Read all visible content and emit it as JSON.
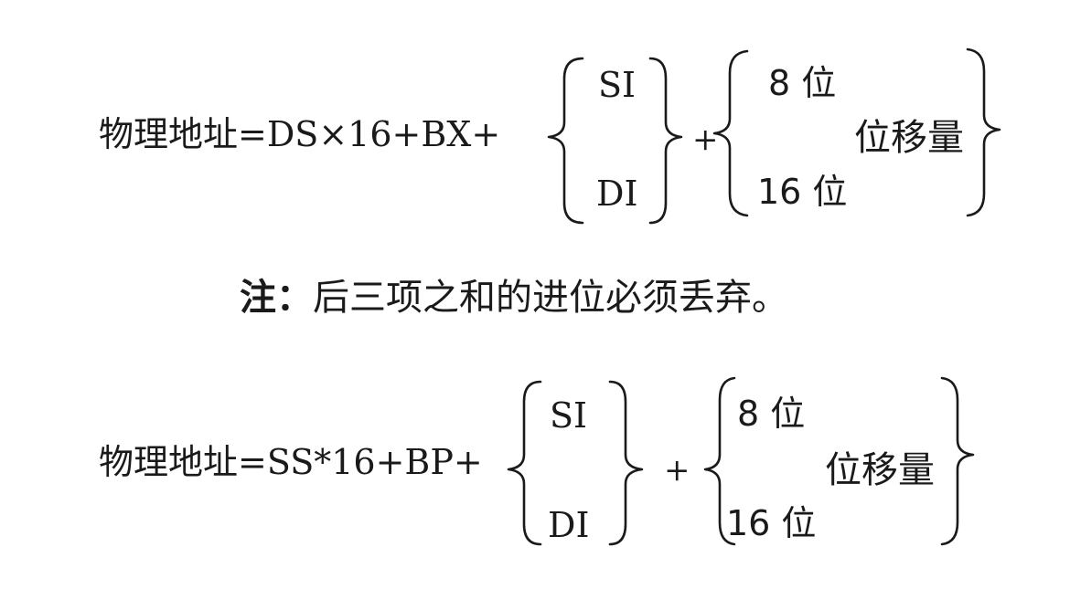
{
  "formula1": {
    "lhs": "物理地址=DS×16+BX+",
    "index_top": "SI",
    "index_bottom": "DI",
    "plus": "+",
    "disp_top": "8 位",
    "disp_bottom": "16 位",
    "disp_label": "位移量"
  },
  "note": {
    "label": "注：",
    "text": "后三项之和的进位必须丢弃。"
  },
  "formula2": {
    "lhs": "物理地址=SS*16+BP+",
    "index_top": "SI",
    "index_bottom": "DI",
    "plus": "+",
    "disp_top": "8 位",
    "disp_bottom": "16 位",
    "disp_label": "位移量"
  }
}
